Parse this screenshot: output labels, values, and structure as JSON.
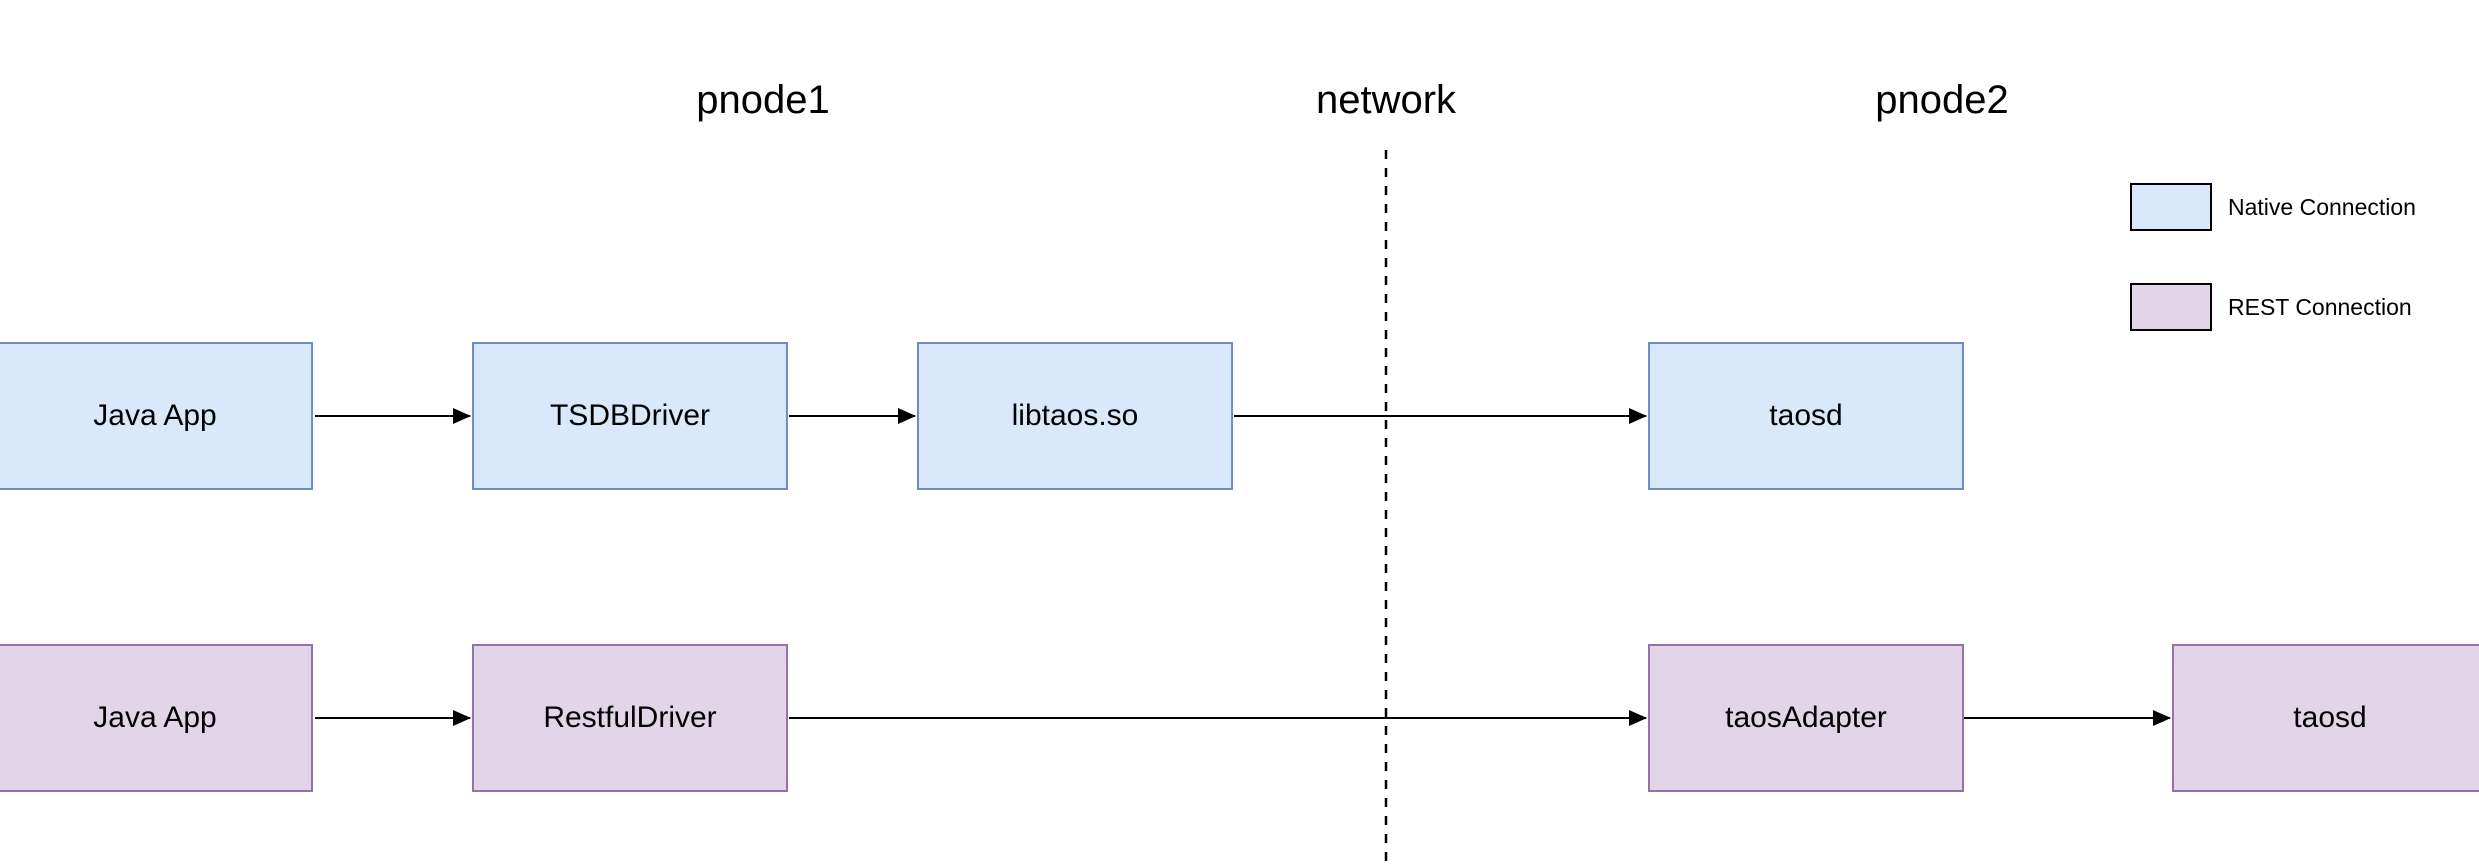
{
  "headers": {
    "pnode1": "pnode1",
    "network": "network",
    "pnode2": "pnode2"
  },
  "legend": {
    "items": [
      {
        "label": "Native Connection"
      },
      {
        "label": "REST Connection"
      }
    ]
  },
  "diagram": {
    "native_flow": {
      "nodes": [
        {
          "label": "Java App"
        },
        {
          "label": "TSDBDriver"
        },
        {
          "label": "libtaos.so"
        },
        {
          "label": "taosd"
        }
      ]
    },
    "rest_flow": {
      "nodes": [
        {
          "label": "Java App"
        },
        {
          "label": "RestfulDriver"
        },
        {
          "label": "taosAdapter"
        },
        {
          "label": "taosd"
        }
      ]
    }
  },
  "colors": {
    "native_fill": "#dae8fc",
    "native_border": "#6c8ebf",
    "rest_fill": "#e1d5e7",
    "rest_border": "#9673a6",
    "arrow": "#000000",
    "divider": "#000000"
  }
}
